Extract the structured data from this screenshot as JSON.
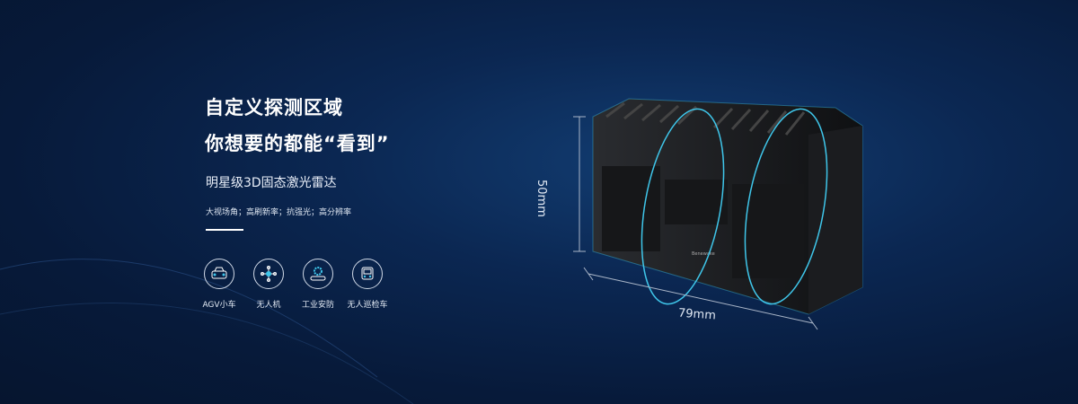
{
  "headline": {
    "line1": "自定义探测区域",
    "line2": "你想要的都能“看到”"
  },
  "subtitle": "明星级3D固态激光雷达",
  "features": "大视场角；高刷新率；抗强光；高分辨率",
  "applications": [
    {
      "label": "AGV小车",
      "icon": "agv-car-icon"
    },
    {
      "label": "无人机",
      "icon": "drone-icon"
    },
    {
      "label": "工业安防",
      "icon": "industrial-security-icon"
    },
    {
      "label": "无人巡检车",
      "icon": "inspection-vehicle-icon"
    }
  ],
  "product": {
    "height_label": "50mm",
    "width_label": "79mm",
    "brand": "Benewake"
  },
  "colors": {
    "accent": "#3fc6ea",
    "background": "#0b2752"
  }
}
